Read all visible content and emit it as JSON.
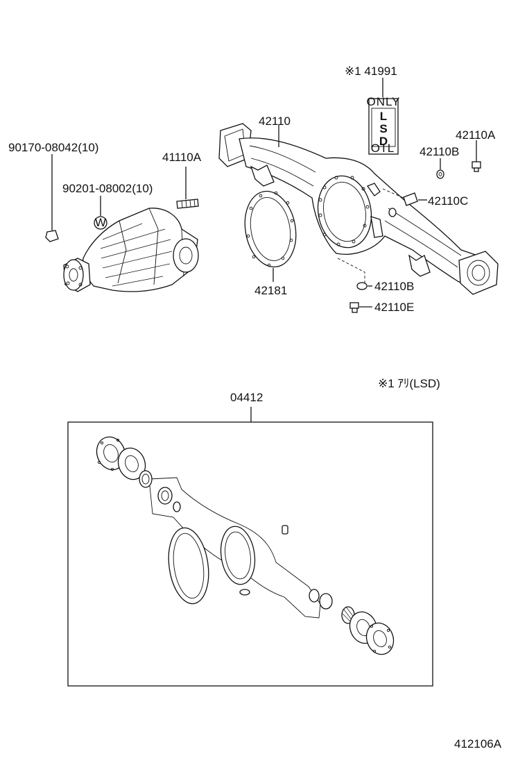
{
  "diagram": {
    "callouts": {
      "p41991": "※1 41991",
      "p42110": "42110",
      "p42110A": "42110A",
      "p42110B_top": "42110B",
      "p42110C": "42110C",
      "p42110B_bottom": "42110B",
      "p42110E": "42110E",
      "p90170": "90170-08042(10)",
      "p41110A": "41110A",
      "p90201": "90201-08002(10)",
      "p42181": "42181",
      "p04412": "04412",
      "note": "※1 ｱﾘ(LSD)"
    },
    "label_plate": {
      "top": "ONLY",
      "letters": [
        "L",
        "S",
        "D"
      ],
      "bottom": "OIL"
    },
    "washer_mark": "W",
    "figure_code": "412106A"
  }
}
